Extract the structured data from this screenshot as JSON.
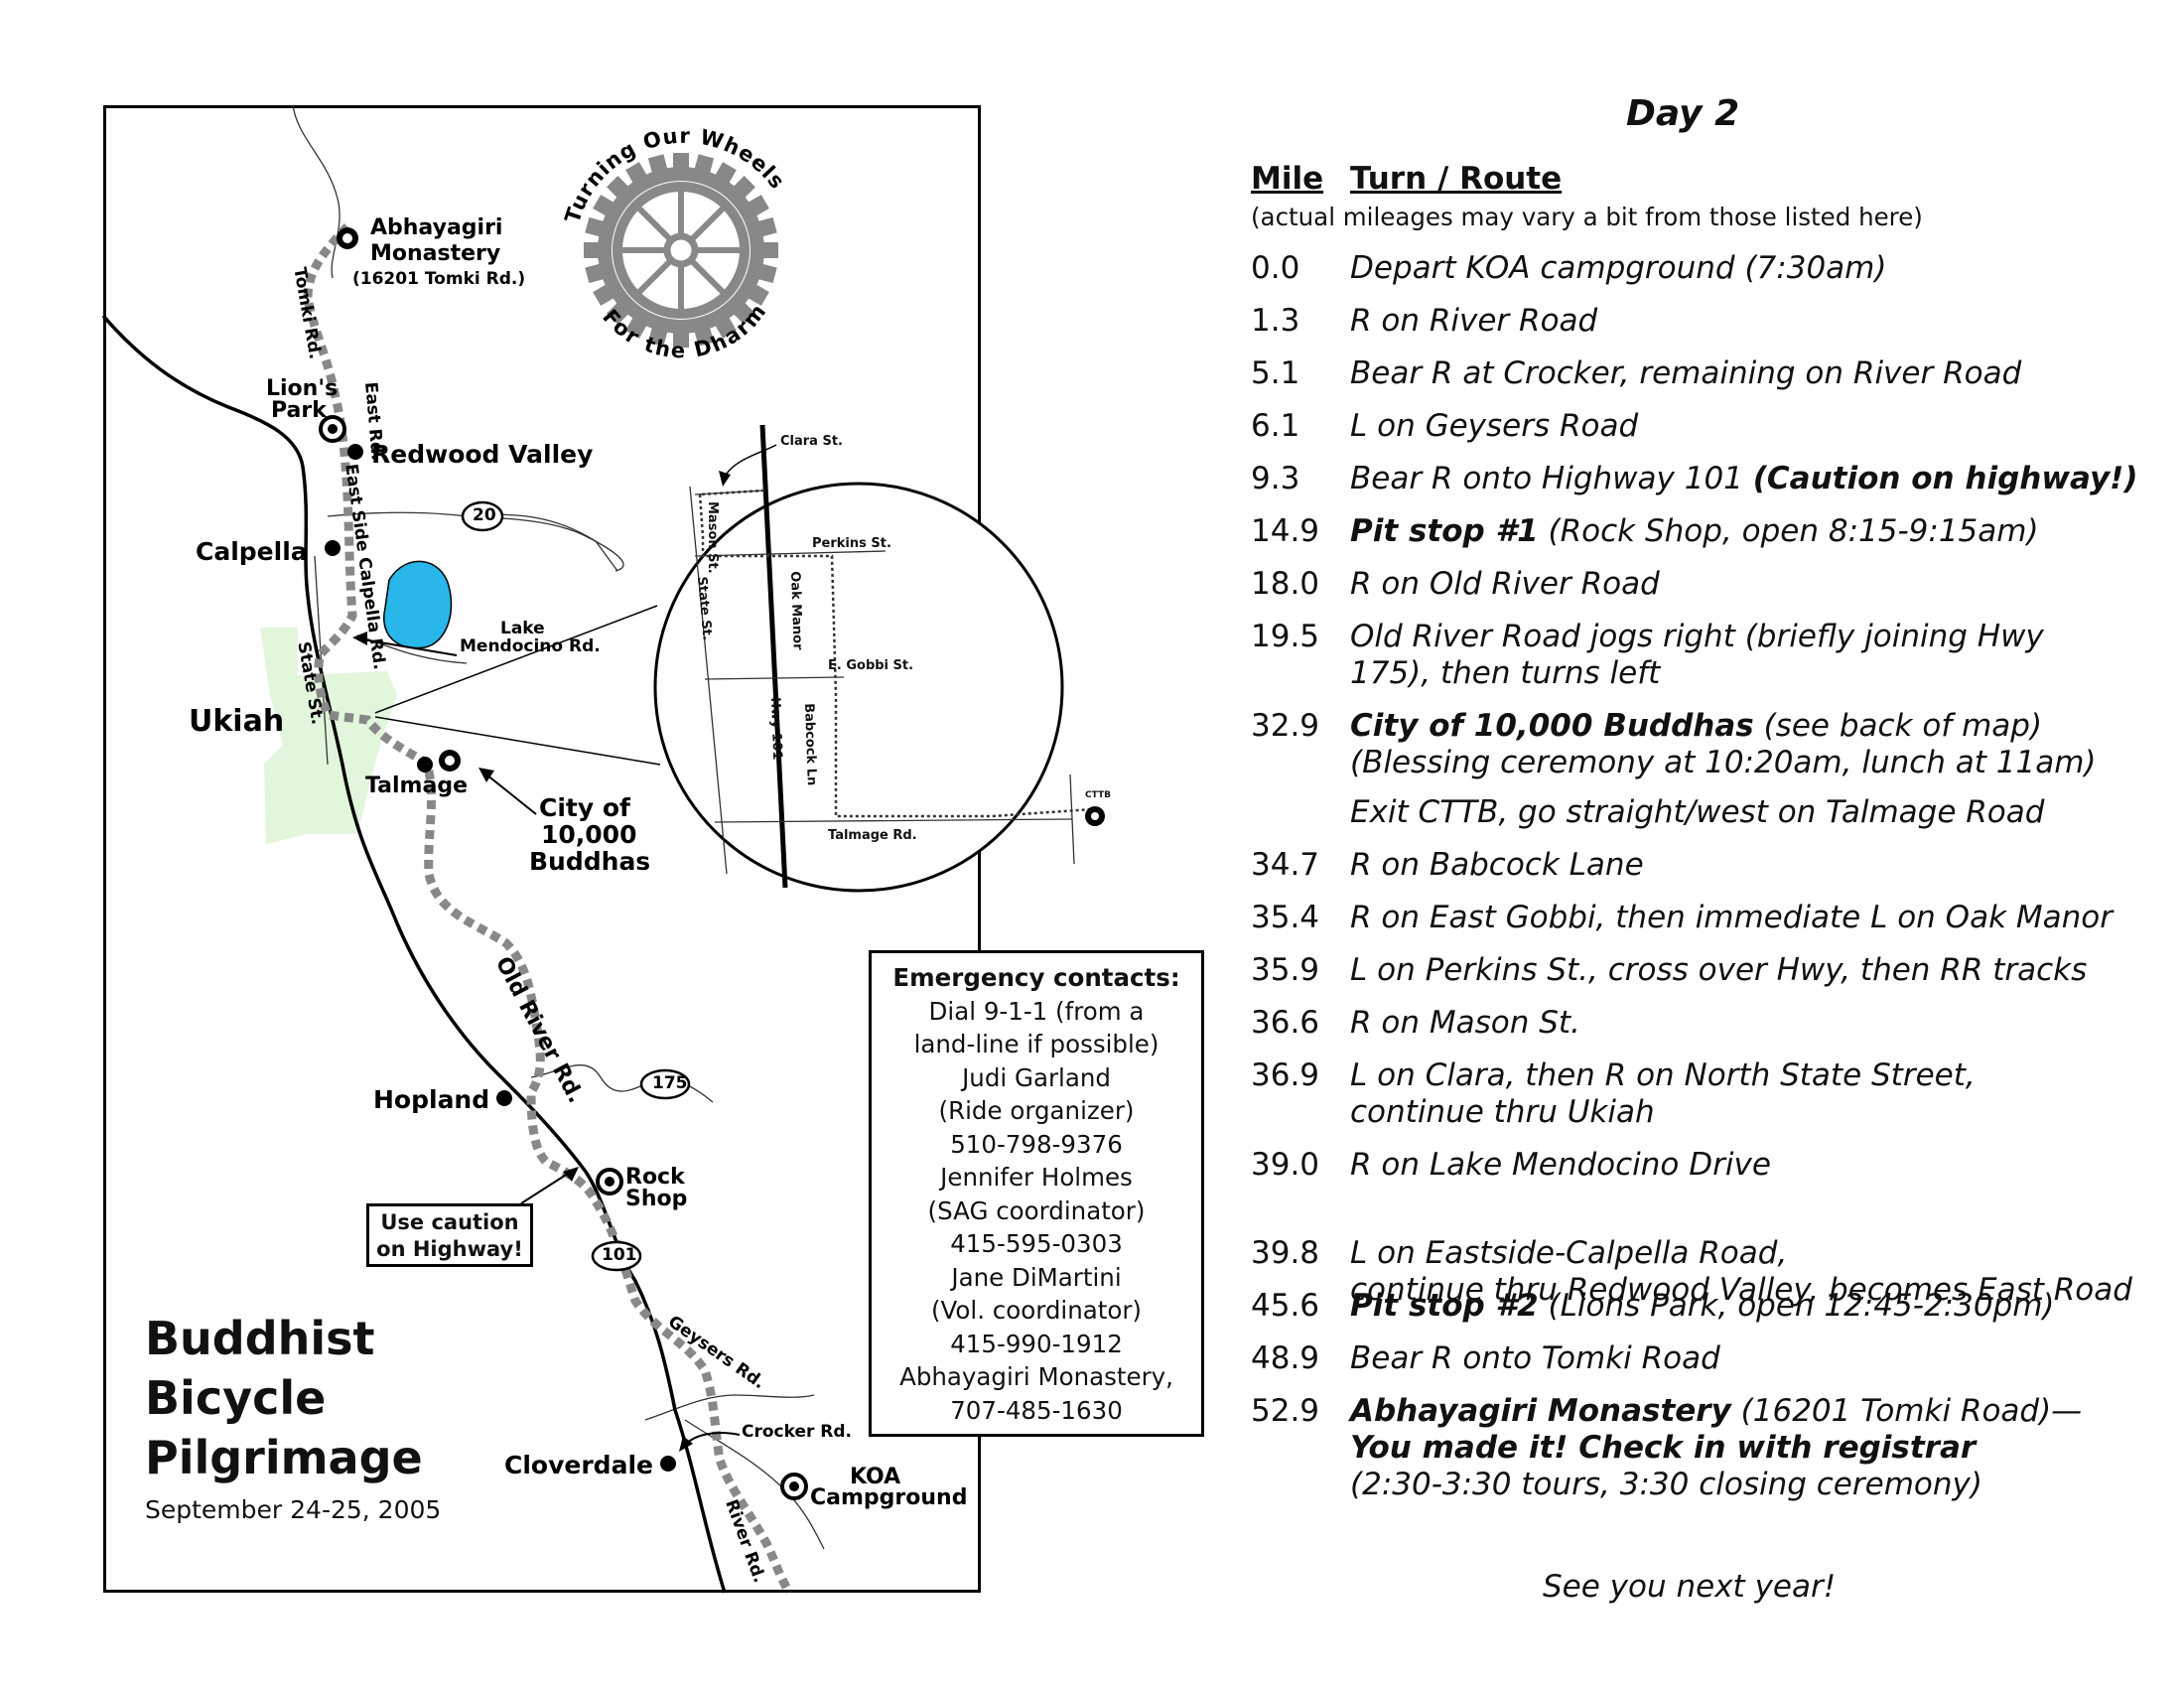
{
  "map": {
    "wheel_text_top": "Turning Our Wheels",
    "wheel_text_bottom": "For the Dharma",
    "places": {
      "abhayagiri": "Abhayagiri",
      "monastery": "Monastery",
      "monastery_address": "(16201 Tomki Rd.)",
      "tomki_rd": "Tomki Rd.",
      "lions_park_1": "Lion's",
      "lions_park_2": "Park",
      "east_rd": "East Rd.",
      "eastside_calpella_rd": "East Side Calpella Rd.",
      "redwood_valley": "Redwood Valley",
      "calpella": "Calpella",
      "hwy_20": "20",
      "lake_mendocino_rd_1": "Lake",
      "lake_mendocino_rd_2": "Mendocino Rd.",
      "state_st": "State St.",
      "ukiah": "Ukiah",
      "talmage": "Talmage",
      "cttb_1": "City of",
      "cttb_2": "10,000",
      "cttb_3": "Buddhas",
      "old_river_rd": "Old River Rd.",
      "hopland": "Hopland",
      "hwy_175": "175",
      "rock_shop_1": "Rock",
      "rock_shop_2": "Shop",
      "hwy_101": "101",
      "geysers_rd": "Geysers Rd.",
      "crocker_rd": "Crocker Rd.",
      "cloverdale": "Cloverdale",
      "koa_1": "KOA",
      "koa_2": "Campground",
      "river_rd": "River Rd."
    },
    "inset": {
      "clara_st": "Clara St.",
      "mason_st": "Mason St.",
      "perkins_st": "Perkins St.",
      "state_st": "State St.",
      "oak_manor": "Oak Manor",
      "e_gobbi_st": "E. Gobbi St.",
      "hwy_101": "Hwy 101",
      "babcock_ln": "Babcock Ln",
      "talmage_rd": "Talmage Rd.",
      "cttb": "CTTB"
    },
    "caution_line1": "Use caution",
    "caution_line2": "on Highway!",
    "title_line1": "Buddhist",
    "title_line2": "Bicycle",
    "title_line3": "Pilgrimage",
    "date": "September 24-25, 2005",
    "emergency": {
      "heading": "Emergency contacts:",
      "lines": [
        "Dial 9-1-1 (from a",
        "land-line if possible)",
        "Judi Garland",
        "(Ride organizer)",
        "510-798-9376",
        "Jennifer Holmes",
        "(SAG coordinator)",
        "415-595-0303",
        "Jane DiMartini",
        "(Vol. coordinator)",
        "415-990-1912",
        "Abhayagiri Monastery,",
        "707-485-1630"
      ]
    },
    "colors": {
      "ukiah_area": "#e2f6dc",
      "lake": "#29b6e8",
      "route": "#888888"
    }
  },
  "cue_sheet": {
    "day_title": "Day 2",
    "col_mile": "Mile",
    "col_turn": "Turn / Route",
    "note": "(actual mileages may vary a bit from those listed here)",
    "rows": [
      {
        "mile": "0.0",
        "bold": "",
        "text": "Depart KOA campground (7:30am)",
        "line2": ""
      },
      {
        "mile": "1.3",
        "bold": "",
        "text": "R on River Road",
        "line2": ""
      },
      {
        "mile": "5.1",
        "bold": "",
        "text": "Bear R at Crocker, remaining on River Road",
        "line2": ""
      },
      {
        "mile": "6.1",
        "bold": "",
        "text": "L on Geysers Road",
        "line2": ""
      },
      {
        "mile": "9.3",
        "bold": "",
        "text": "Bear R onto Highway 101 ",
        "bold_after": "(Caution on highway!)",
        "line2": ""
      },
      {
        "mile": "14.9",
        "bold": "Pit stop #1",
        "text": " (Rock Shop, open 8:15-9:15am)",
        "line2": ""
      },
      {
        "mile": "18.0",
        "bold": "",
        "text": "R on Old River Road",
        "line2": ""
      },
      {
        "mile": "19.5",
        "bold": "",
        "text": "Old River Road jogs right (briefly joining Hwy",
        "line2": "175), then turns left"
      },
      {
        "mile": "32.9",
        "bold": "City of 10,000 Buddhas",
        "text": " (see back of map)",
        "line2": "(Blessing ceremony at 10:20am, lunch at 11am)"
      },
      {
        "mile": "",
        "bold": "",
        "text": "Exit CTTB, go straight/west on Talmage Road",
        "line2": ""
      },
      {
        "mile": "34.7",
        "bold": "",
        "text": "R on Babcock Lane",
        "line2": ""
      },
      {
        "mile": "35.4",
        "bold": "",
        "text": "R on East Gobbi, then immediate L on Oak Manor",
        "line2": ""
      },
      {
        "mile": "35.9",
        "bold": "",
        "text": "L on Perkins St., cross over Hwy, then RR tracks",
        "line2": ""
      },
      {
        "mile": "36.6",
        "bold": "",
        "text": "R on Mason St.",
        "line2": ""
      },
      {
        "mile": "36.9",
        "bold": "",
        "text": "L on Clara, then R on North State Street,",
        "line2": "continue thru Ukiah"
      },
      {
        "mile": "39.0",
        "bold": "",
        "text": "R on Lake Mendocino Drive",
        "line2": ""
      },
      {
        "mile": "39.8",
        "bold": "",
        "text": "L on Eastside-Calpella Road,",
        "line2": "continue thru Redwood Valley, becomes East Road"
      },
      {
        "mile": "45.6",
        "bold": "Pit stop #2",
        "text": " (Lions Park, open 12:45-2:30pm)",
        "line2": ""
      },
      {
        "mile": "48.9",
        "bold": "",
        "text": "Bear R onto Tomki Road",
        "line2": ""
      },
      {
        "mile": "52.9",
        "bold": "Abhayagiri Monastery",
        "text": " (16201 Tomki Road)—",
        "line2b": "You made it! Check in with registrar",
        "line3": "(2:30-3:30 tours, 3:30 closing ceremony)"
      }
    ],
    "closing": "See you next year!"
  }
}
